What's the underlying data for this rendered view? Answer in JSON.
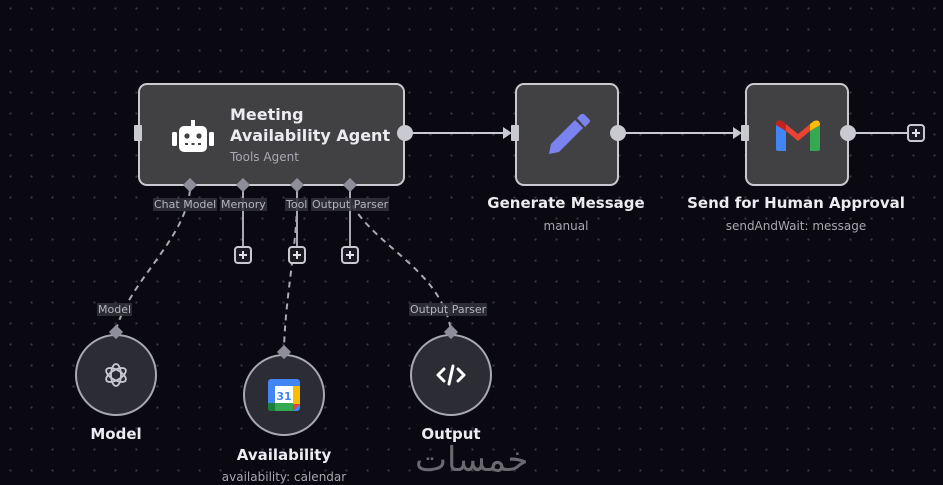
{
  "canvas": {
    "background": "#0a0810",
    "grid": "dots"
  },
  "nodes": {
    "agent": {
      "title_line1": "Meeting",
      "title_line2": "Availability Agent",
      "subtitle": "Tools Agent",
      "icon": "robot-icon",
      "ports": [
        "Chat Model",
        "Memory",
        "Tool",
        "Output Parser"
      ]
    },
    "generate": {
      "title": "Generate Message",
      "subtitle": "manual",
      "icon": "pencil-icon",
      "icon_color": "#7b83f0"
    },
    "send": {
      "title": "Send for Human Approval",
      "subtitle": "sendAndWait: message",
      "icon": "gmail-icon"
    },
    "model": {
      "title": "Model",
      "port_label": "Model",
      "icon": "openai-icon"
    },
    "availability": {
      "title": "Availability",
      "subtitle": "availability: calendar",
      "icon": "google-calendar-icon",
      "calendar_day": "31"
    },
    "output": {
      "title": "Output",
      "port_label": "Output Parser",
      "icon": "code-icon"
    }
  },
  "watermark": "خمسات"
}
